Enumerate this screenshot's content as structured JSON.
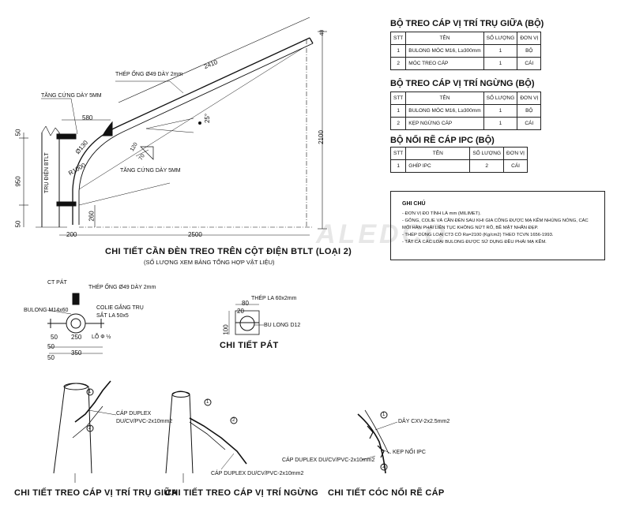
{
  "main_drawing": {
    "title": "CHI TIẾT CẦN ĐÈN TREO TRÊN CỘT ĐIỆN BTLT (LOẠI 2)",
    "subtitle": "(SỐ LƯỢNG XEM BẢNG TỔNG HỢP VẬT LIỆU)",
    "pipe_label": "THÉP ỐNG Ø49 DÀY 2mm",
    "stiffener_top": "TĂNG CỨNG DÀY 5MM",
    "stiffener_bottom": "TĂNG CỨNG DÀY 5MM",
    "pole_label": "TRỤ ĐIỆN BTLT",
    "angle_label": "25°",
    "dims": {
      "arm_length": "2410",
      "height": "2100",
      "width": "2500",
      "offset_580": "580",
      "radius_1000": "R1000",
      "radius_130": "Ø130",
      "d_120": "120",
      "d_70": "70",
      "d_200": "200",
      "d_260": "260",
      "d_950": "950",
      "d_50a": "50",
      "d_50b": "50",
      "d_49": "49"
    }
  },
  "section_mid": {
    "title": "BỘ TREO CÁP VỊ TRÍ TRỤ GIỮA (BỘ)",
    "headers": [
      "STT",
      "TÊN",
      "SỐ LƯỢNG",
      "ĐƠN VỊ"
    ],
    "rows": [
      [
        "1",
        "BULONG MÓC M16, L≥300mm",
        "1",
        "BỘ"
      ],
      [
        "2",
        "MÓC TREO CÁP",
        "1",
        "CÁI"
      ]
    ]
  },
  "section_stop": {
    "title": "BỘ TREO CÁP VỊ TRÍ NGỪNG (BỘ)",
    "headers": [
      "STT",
      "TÊN",
      "SỐ LƯỢNG",
      "ĐƠN VỊ"
    ],
    "rows": [
      [
        "1",
        "BULONG MÓC M16, L≥300mm",
        "1",
        "BỘ"
      ],
      [
        "2",
        "KẸP NGỪNG CÁP",
        "1",
        "CÁI"
      ]
    ]
  },
  "section_ipc": {
    "title": "BỘ NỐI RẼ CÁP IPC (BỘ)",
    "headers": [
      "STT",
      "TÊN",
      "SỐ LƯỢNG",
      "ĐƠN VỊ"
    ],
    "rows": [
      [
        "1",
        "GHÍP IPC",
        "2",
        "CÁI"
      ]
    ]
  },
  "notes": {
    "heading": "GHI CHÚ",
    "lines": [
      "- ĐƠN VỊ ĐO TÍNH LÀ mm (MILIMET).",
      "- GÔNG, COLIE VÀ CẦN ĐÈN SAU KHI GIA CÔNG ĐƯỢC MẠ KẼM NHÚNG NÓNG, CÁC",
      "MỐI HÀN PHẢI LIÊN TỤC KHÔNG NỨT RỖ, BỀ MẶT NHẴN ĐẸP.",
      "- THÉP DÙNG LOẠI CT3 CÓ Ra=2100 (Kg/cm2) THEO TCVN 1656-1993.",
      "- TẤT CẢ CÁC LOẠI BULONG ĐƯỢC SỬ DỤNG ĐỀU PHẢI MẠ KẼM."
    ]
  },
  "clamp_detail": {
    "ct_pat": "CT PÁT",
    "pipe": "THÉP ỐNG Ø49 DÀY 2mm",
    "bolt": "BULONG M14x60",
    "colie": "COLIE GẮNG TRỤ",
    "flat": "SẮT LA 50x5",
    "hole": "LỖ Ф ½",
    "d_50": "50",
    "d_250": "250",
    "d_50b": "50",
    "d_350": "350",
    "d_50c": "50"
  },
  "pat_detail": {
    "title": "CHI TIẾT PÁT",
    "steel": "THÉP LA 60x2mm",
    "bolt": "BU LONG D12",
    "d_80": "80",
    "d_20": "20",
    "d_100": "100"
  },
  "mid_detail": {
    "title": "CHI TIẾT TREO CÁP VỊ TRÍ TRỤ GIỮA",
    "cable": "CÁP DUPLEX",
    "cable_spec": "DU/CV/PVC-2x10mm2",
    "n1": "1",
    "n2": "2"
  },
  "stop_detail": {
    "title": "CHI TIẾT TREO CÁP VỊ TRÍ NGỪNG",
    "cable": "CÁP DUPLEX DU/CV/PVC-2x10mm2",
    "n1": "1",
    "n2": "2"
  },
  "branch_detail": {
    "title": "CHI TIẾT CÓC NỐI RẼ CÁP",
    "wire": "DÂY CXV-2x2.5mm2",
    "clamp": "KẸP NỐI IPC",
    "cable": "CÁP DUPLEX DU/CV/PVC-2x10mm2",
    "n1": "1",
    "n2": "2"
  },
  "watermark": "ALEDCO"
}
